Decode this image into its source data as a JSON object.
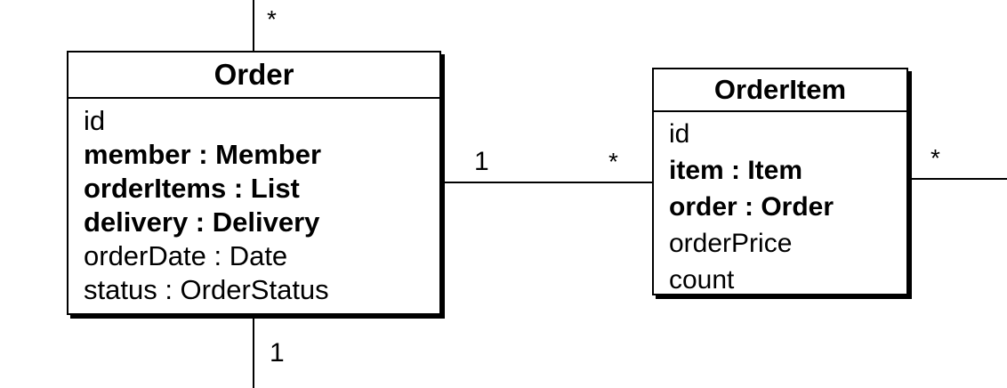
{
  "entities": {
    "order": {
      "name": "Order",
      "attributes": [
        {
          "text": "id",
          "bold": false
        },
        {
          "text": "member : Member",
          "bold": true
        },
        {
          "text": "orderItems : List",
          "bold": true
        },
        {
          "text": "delivery : Delivery",
          "bold": true
        },
        {
          "text": "orderDate : Date",
          "bold": false
        },
        {
          "text": "status : OrderStatus",
          "bold": false
        }
      ]
    },
    "order_item": {
      "name": "OrderItem",
      "attributes": [
        {
          "text": "id",
          "bold": false
        },
        {
          "text": "item : Item",
          "bold": true
        },
        {
          "text": "order : Order",
          "bold": true
        },
        {
          "text": "orderPrice",
          "bold": false
        },
        {
          "text": "count",
          "bold": false
        }
      ]
    }
  },
  "multiplicities": {
    "order_top": "*",
    "order_bottom": "1",
    "order_side": "1",
    "order_item_left": "*",
    "order_item_right": "*"
  }
}
